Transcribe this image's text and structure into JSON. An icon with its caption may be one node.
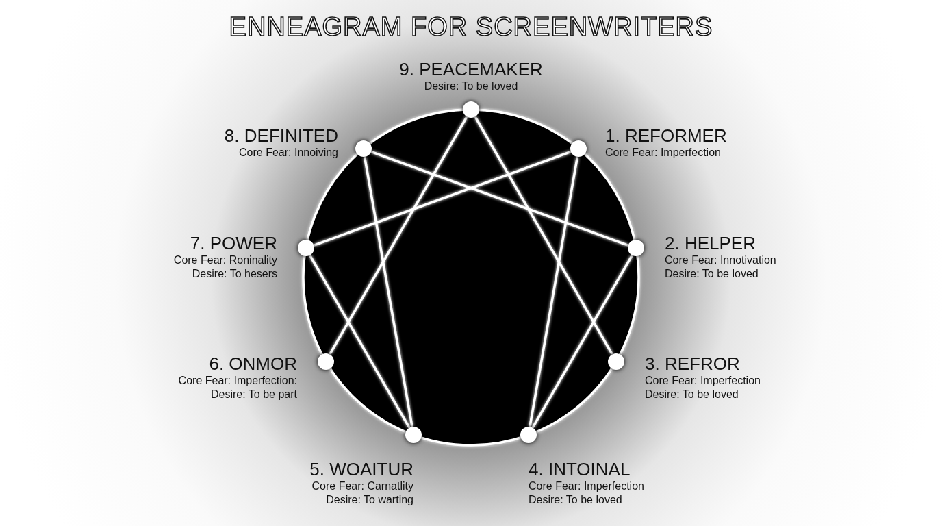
{
  "diagram": {
    "title": "ENNEAGRAM FOR SCREENWRITERS",
    "nodes": [
      {
        "text": [],
        "shape": "circle",
        "beside": [
          "9. PEACEMAKER",
          "Desire: To be loved"
        ]
      },
      {
        "text": [],
        "shape": "circle",
        "beside": [
          "8. DEFINITED",
          "Core Fear: Innoiving"
        ]
      },
      {
        "text": [],
        "shape": "circle",
        "beside": [
          "1. REFORMER",
          "Core Fear: Imperfection"
        ]
      },
      {
        "text": [],
        "shape": "circle",
        "beside": [
          "7. POWER",
          "Core Fear: Roninality",
          "Desire: To hesers"
        ]
      },
      {
        "text": [],
        "shape": "circle",
        "beside": [
          "2. HELPER",
          "Core Fear: Innotivation",
          "Desire: To be loved"
        ]
      },
      {
        "text": [],
        "shape": "circle",
        "beside": [
          "6. ONMOR",
          "Core Fear: Imperfection:",
          "Desire: To be part"
        ]
      },
      {
        "text": [],
        "shape": "circle",
        "beside": [
          "3. REFROR",
          "Core Fear: Imperfection",
          "Desire: To be loved"
        ]
      },
      {
        "text": [],
        "shape": "circle",
        "beside": [
          "5. WOAITUR",
          "Core Fear: Carnatlity",
          "Desire: To warting"
        ]
      },
      {
        "text": [],
        "shape": "circle",
        "beside": [
          "4. INTOINAL",
          "Core Fear: Imperfection",
          "Desire: To be loved"
        ]
      }
    ],
    "edges": [
      {
        "from": 0,
        "to": 5,
        "arrow": "none"
      },
      {
        "from": 0,
        "to": 6,
        "arrow": "none"
      },
      {
        "from": 5,
        "to": 6,
        "arrow": "none"
      },
      {
        "from": 2,
        "to": 3,
        "arrow": "none"
      },
      {
        "from": 2,
        "to": 8,
        "arrow": "none"
      },
      {
        "from": 4,
        "to": 1,
        "arrow": "none"
      },
      {
        "from": 4,
        "to": 8,
        "arrow": "none"
      },
      {
        "from": 7,
        "to": 1,
        "arrow": "none"
      },
      {
        "from": 7,
        "to": 3,
        "arrow": "none"
      }
    ]
  }
}
